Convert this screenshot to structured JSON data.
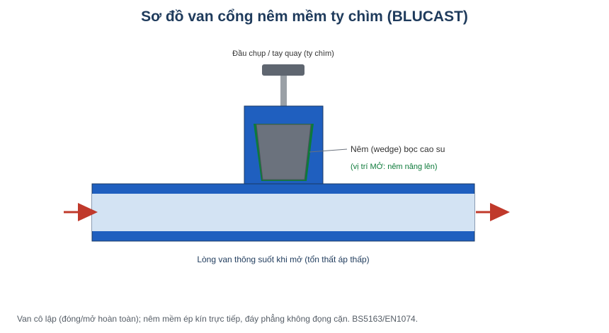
{
  "title": "Sơ đồ van cổng nêm mềm ty chìm (BLUCAST)",
  "labels": {
    "handwheel": "Đầu chụp / tay quay (ty chìm)",
    "wedge": "Nêm (wedge) bọc cao su",
    "wedge_state": "(vị trí MỞ: nêm nâng lên)",
    "bore": "Lòng van thông suốt khi mở (tổn thất áp thấp)"
  },
  "footnote": "Van cô lập (đóng/mở hoàn toàn); nêm mềm ép kín trực tiếp, đáy phẳng không đọng cặn. BS5163/EN1074.",
  "colors": {
    "title": "#1f3b5c",
    "body_blue": "#1f5fbf",
    "bore_fill": "#d3e3f3",
    "pipe_stroke": "#1a3a66",
    "wedge_fill": "#6b727d",
    "rubber_green": "#0d7a3a",
    "stem_gray": "#9aa0a6",
    "flow_arrow": "#c0392b",
    "green_text": "#0d7a3a"
  }
}
